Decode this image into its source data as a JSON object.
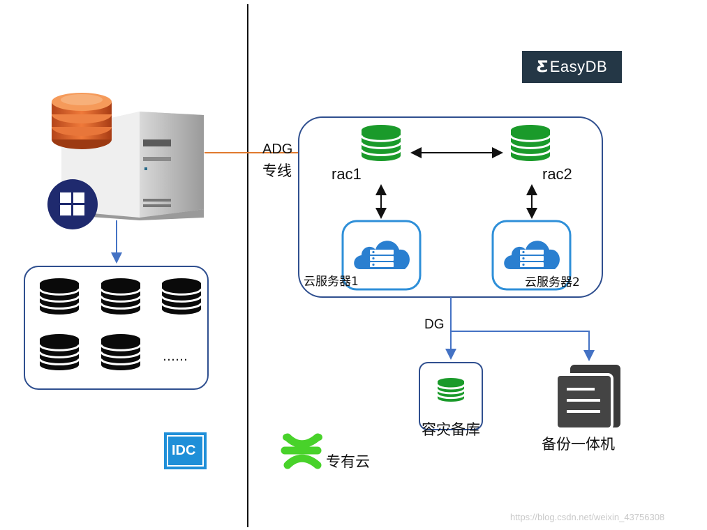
{
  "brand": {
    "logo_text": "EasyDB",
    "logo_bg": "#243746"
  },
  "colors": {
    "db_green": "#1a9a2a",
    "db_black": "#0a0a0a",
    "box_border": "#2f4f8f",
    "cloud_border": "#2e8fd8",
    "cloud_fill": "#2a7fd0",
    "link_orange": "#e07a2e",
    "link_blue": "#4472c4",
    "idc_blue": "#1f8fd8",
    "private_cloud_green": "#48d22a",
    "divider": "#111111"
  },
  "left": {
    "server": {
      "icon": "server-database-icon",
      "os_badge": "windows-icon"
    },
    "db_cluster": {
      "more_label": "……"
    },
    "idc_label": "IDC"
  },
  "links": {
    "adg_label": "ADG",
    "adg_sub": "专线",
    "dg_label": "DG"
  },
  "cluster": {
    "node1": {
      "name": "rac1",
      "server": "云服务器1"
    },
    "node2": {
      "name": "rac2",
      "server": "云服务器2"
    }
  },
  "standby": {
    "label": "容灾备库"
  },
  "backup": {
    "label": "备份一体机"
  },
  "private_cloud": {
    "label": "专有云"
  },
  "watermark": "https://blog.csdn.net/weixin_43756308"
}
